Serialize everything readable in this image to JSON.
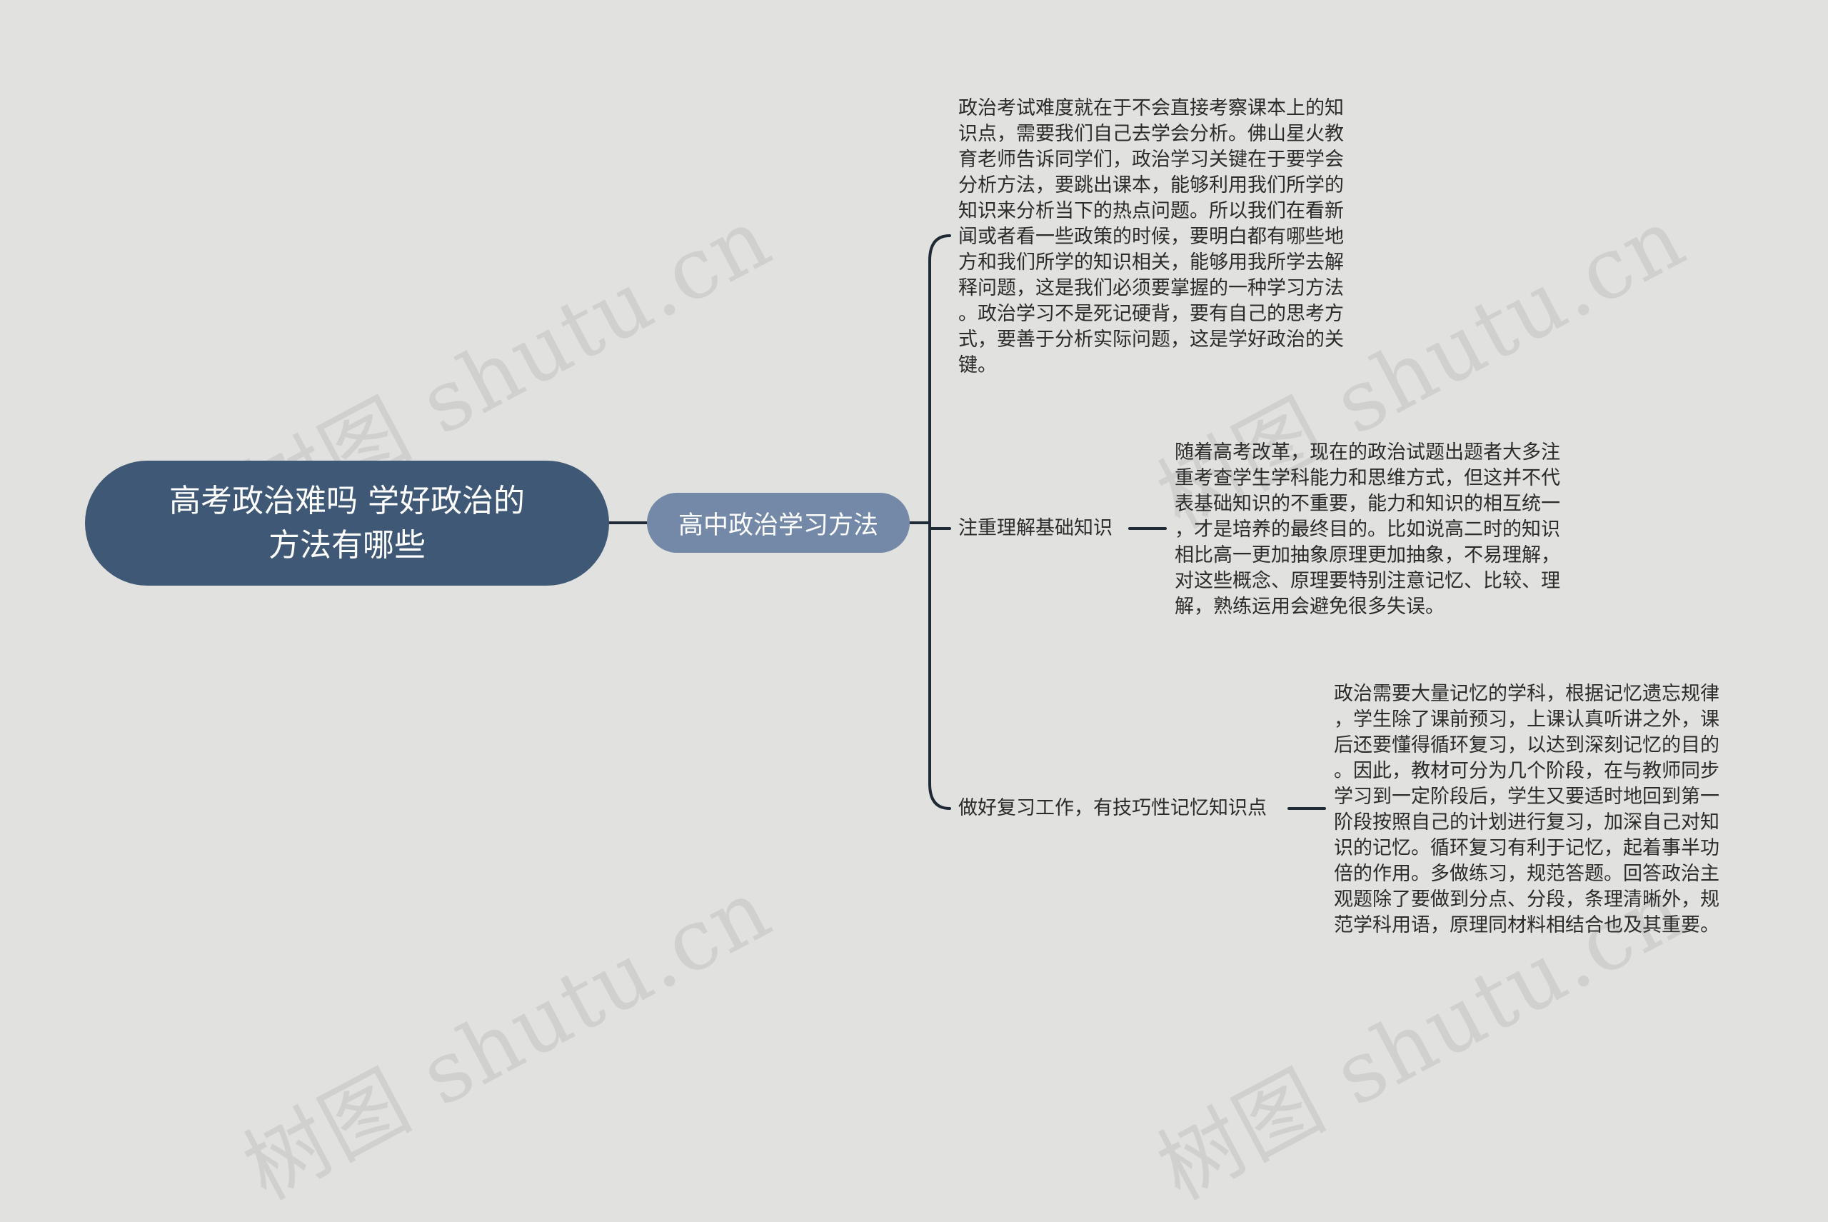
{
  "watermark": "树图 shutu.cn",
  "root": {
    "label": "高考政治难吗 学好政治的方法有哪些"
  },
  "main_topic": {
    "label": "高中政治学习方法"
  },
  "branches": [
    {
      "label": "",
      "detail": "政治考试难度就在于不会直接考察课本上的知\n识点，需要我们自己去学会分析。佛山星火教\n育老师告诉同学们，政治学习关键在于要学会\n分析方法，要跳出课本，能够利用我们所学的\n知识来分析当下的热点问题。所以我们在看新\n闻或者看一些政策的时候，要明白都有哪些地\n方和我们所学的知识相关，能够用我所学去解\n释问题，这是我们必须要掌握的一种学习方法\n。政治学习不是死记硬背，要有自己的思考方\n式，要善于分析实际问题，这是学好政治的关\n键。"
    },
    {
      "label": "注重理解基础知识",
      "detail": "随着高考改革，现在的政治试题出题者大多注\n重考查学生学科能力和思维方式，但这并不代\n表基础知识的不重要，能力和知识的相互统一\n，才是培养的最终目的。比如说高二时的知识\n相比高一更加抽象原理更加抽象，不易理解，\n对这些概念、原理要特别注意记忆、比较、理\n解，熟练运用会避免很多失误。"
    },
    {
      "label": "做好复习工作，有技巧性记忆知识点",
      "detail": "政治需要大量记忆的学科，根据记忆遗忘规律\n，学生除了课前预习，上课认真听讲之外，课\n后还要懂得循环复习，以达到深刻记忆的目的\n。因此，教材可分为几个阶段，在与教师同步\n学习到一定阶段后，学生又要适时地回到第一\n阶段按照自己的计划进行复习，加深自己对知\n识的记忆。循环复习有利于记忆，起着事半功\n倍的作用。多做练习，规范答题。回答政治主\n观题除了要做到分点、分段，条理清晰外，规\n范学科用语，原理同材料相结合也及其重要。"
    }
  ]
}
